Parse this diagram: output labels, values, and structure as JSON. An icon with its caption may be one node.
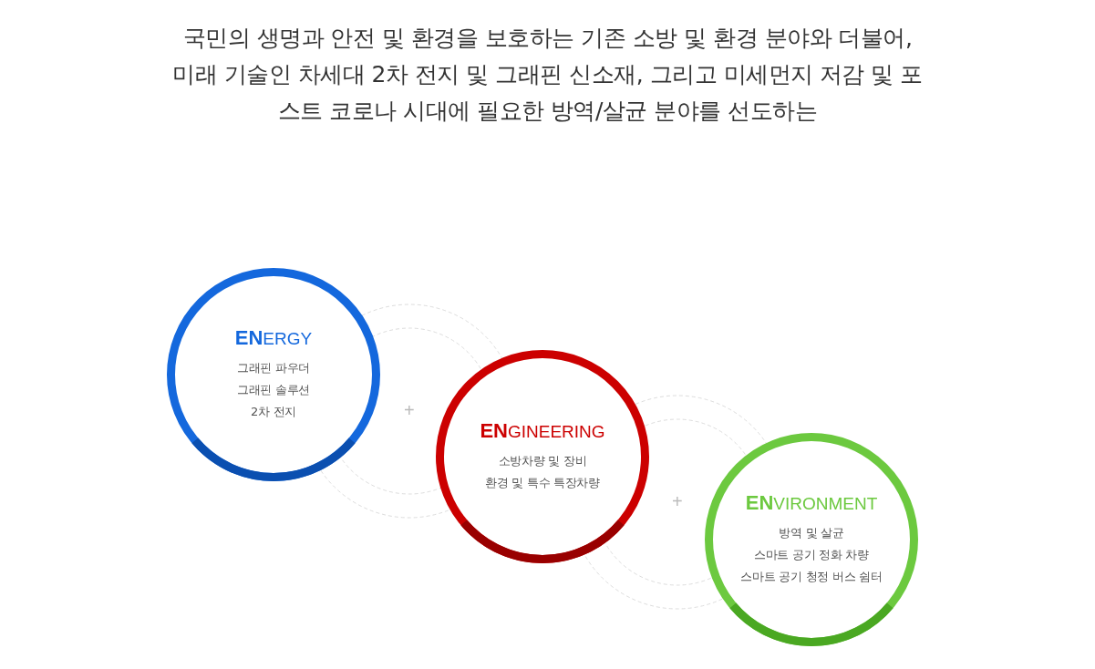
{
  "diagram": {
    "title": "국민의 생명과 안전 및 환경을 보호하는 기존 소방 및 환경 분야와 더불어, 미래 기술인 차세대 2차 전지 및 그래핀 신소재, 그리고 미세먼지 저감 및 포스트 코로나 시대에 필요한 방역/살균 분야를 선도하는",
    "nodes": [
      {
        "text": [
          "**EN**ERGY",
          "그래핀 파우더",
          "그래핀 솔루션",
          "2차 전지"
        ]
      },
      {
        "text": [
          "**EN**GINEERING",
          "소방차량 및 장비",
          "환경 및 특수 특장차량"
        ]
      },
      {
        "text": [
          "**EN**VIRONMENT",
          "방역 및 살균",
          "스마트 공기 정화 차량",
          "스마트 공기 청정 버스 쉼터"
        ]
      }
    ],
    "labels": [
      "+",
      "+"
    ]
  }
}
